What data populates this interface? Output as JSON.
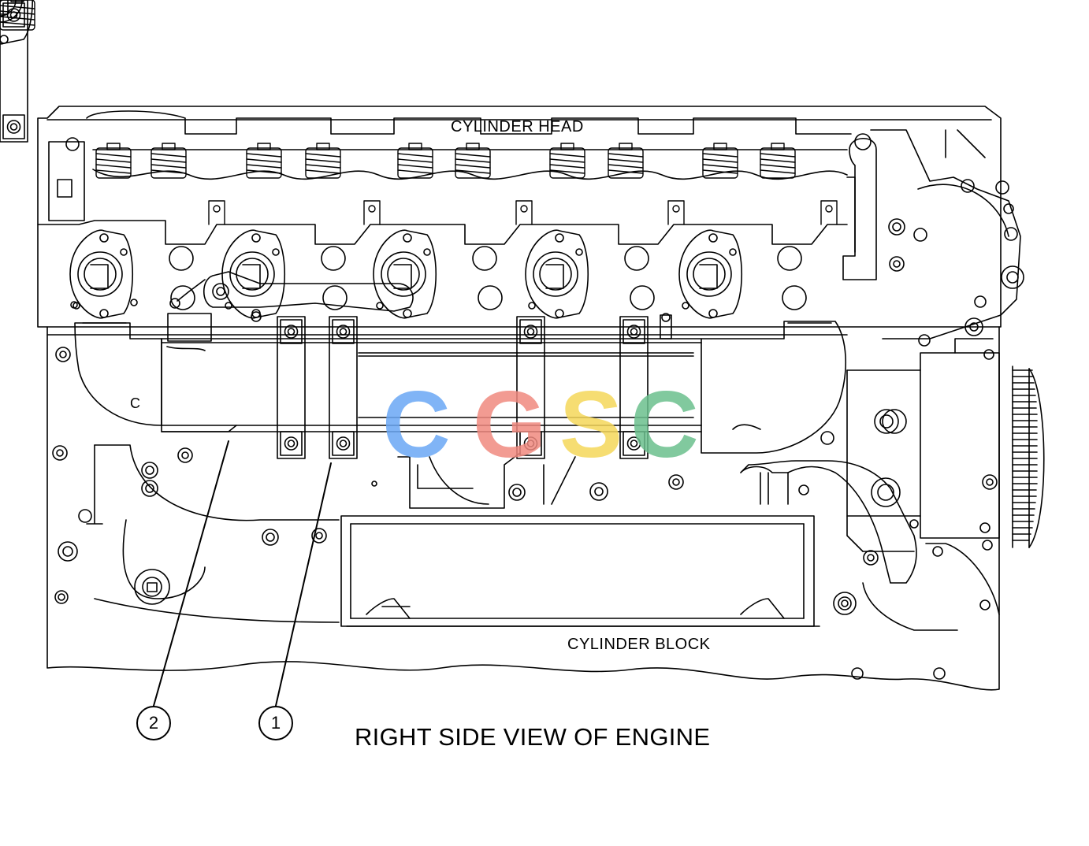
{
  "labels": {
    "cylinder_head": "CYLINDER HEAD",
    "cylinder_block": "CYLINDER BLOCK",
    "title": "RIGHT SIDE VIEW OF ENGINE"
  },
  "callouts": [
    {
      "number": "1"
    },
    {
      "number": "2"
    }
  ],
  "watermark": {
    "letters": [
      "C",
      "G",
      "S",
      "C"
    ],
    "colors": [
      "#6aa8f5",
      "#f08a80",
      "#f5d85a",
      "#6cc08e"
    ]
  },
  "colors": {
    "line": "#000000",
    "background": "#ffffff"
  }
}
